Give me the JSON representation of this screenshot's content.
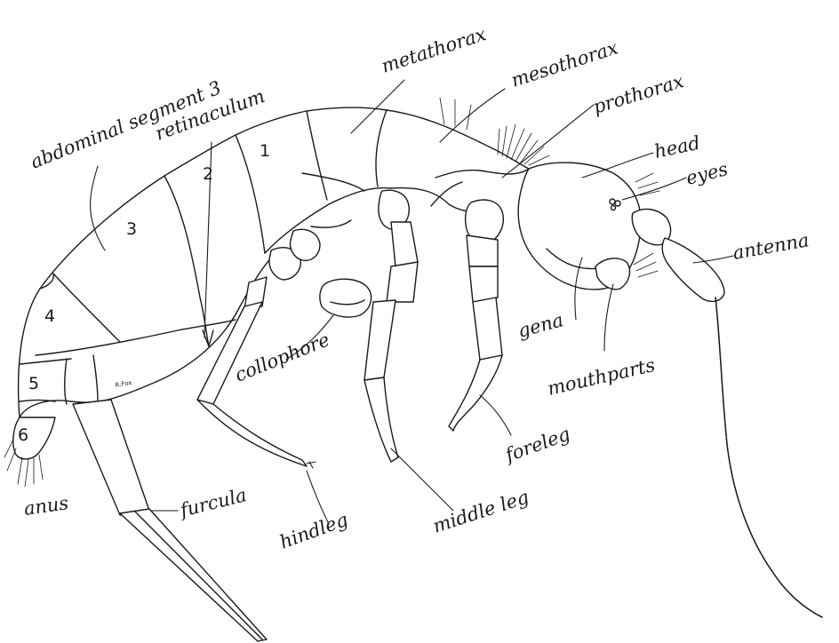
{
  "labels": {
    "abdominal_segment_3": "abdominal segment 3",
    "retinaculum": "retinaculum",
    "metathorax": "metathorax",
    "mesothorax": "mesothorax",
    "prothorax": "prothorax",
    "head": "head",
    "eyes": "eyes",
    "antenna": "antenna",
    "gena": "gena",
    "mouthparts": "mouthparts",
    "foreleg": "foreleg",
    "middle_leg": "middle leg",
    "hindleg": "hindleg",
    "collophore": "collophore",
    "furcula": "furcula",
    "anus": "anus"
  },
  "segment_numbers": {
    "s1": "1",
    "s2": "2",
    "s3": "3",
    "s4": "4",
    "s5": "5",
    "s6": "6"
  },
  "signature": "R.Fox"
}
